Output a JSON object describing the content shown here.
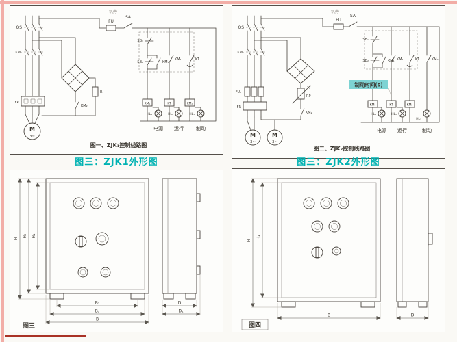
{
  "page": {
    "bg": "#faf9f5",
    "panel_bg": "#fdfdfb",
    "ink": "#3a362f",
    "edge_pink": "#f2ada6",
    "accent_red": "#a93226",
    "caption_color": "#00b2b2",
    "highlight_bg": "#7ed3d3"
  },
  "captions": {
    "left": "图三：ZJK1外形图",
    "right": "图三：ZJK2外形图"
  },
  "circuit1": {
    "top_note": "机旁",
    "caption": "图一、ZJK₁控制线路图",
    "labels": {
      "qs": "QS",
      "km1_main": "KM₁",
      "fr": "FR",
      "r": "R",
      "km2_main": "KM₂",
      "fu": "FU",
      "sa": "SA",
      "sb1": "SB₁",
      "sb2": "SB₂",
      "km1_aux": "KM₁",
      "kt": "KT",
      "coil_km1": "KM₁",
      "coil_kt": "KT",
      "coil_km2": "KM₂",
      "hl1": "HL₁",
      "hl2": "HL₂",
      "hl3": "HL₃",
      "motor": "M",
      "motor_phase": "3~"
    },
    "bottom_labels": [
      "电源",
      "运行",
      "制动"
    ]
  },
  "circuit2": {
    "top_note": "机旁",
    "caption": "图二、ZJK₂控制线路图",
    "highlight": "制动时间(s)",
    "labels": {
      "qs": "QS",
      "km1_main": "KM₁",
      "fu1": "FU₁",
      "fr": "FR",
      "rp": "RP",
      "km2_main": "KM₂",
      "fu": "FU",
      "sa": "SA",
      "sb1": "SB₁",
      "sb2": "SB₂",
      "km1_aux": "KM₁",
      "kt": "KT",
      "km2_aux": "KM₂",
      "coil_km1": "KM₁",
      "coil_kt": "KT",
      "coil_km2": "KM₂",
      "hl1": "HL₁",
      "hl2": "HL₂",
      "hl3": "HL₃",
      "motor1": "M",
      "motor1_phase": "3~",
      "motor2": "M",
      "motor2_phase": "3~"
    },
    "bottom_labels": [
      "电源",
      "运行",
      "制动"
    ]
  },
  "outline1": {
    "fig_label": "图三",
    "dims": {
      "h": "H",
      "h1": "H₁",
      "h2": "H₂",
      "b1": "B₁",
      "b2": "B₂",
      "b": "B",
      "d": "D",
      "d1": "D₁"
    }
  },
  "outline2": {
    "fig_label": "图四",
    "dims": {
      "h": "H",
      "h1": "H₁",
      "b": "B",
      "d": "D"
    }
  }
}
